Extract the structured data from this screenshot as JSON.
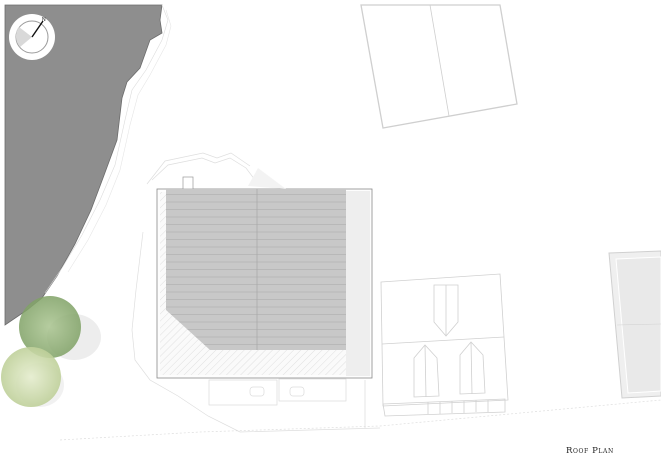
{
  "drawing": {
    "title": "Roof Plan",
    "type": "architectural roof/site plan"
  },
  "compass": {
    "north_label": "N",
    "icon": "north-arrow-sun-path-icon"
  },
  "elements": {
    "water_body": {
      "label": "",
      "color": "#8e8e8e"
    },
    "main_roof": {
      "color": "#c8c8c8",
      "stripe_color": "#bababa"
    },
    "hatched_terrace": {
      "color": "#f2f2f2"
    },
    "annex": {
      "label": ""
    },
    "parking_grid": {
      "label": ""
    },
    "court": {
      "label": ""
    },
    "trees": [
      {
        "color": "#8fb07a"
      },
      {
        "color": "#c7d5a6"
      }
    ]
  },
  "colors": {
    "background": "#ffffff",
    "line": "#d4d4d4",
    "dark_line": "#777777"
  }
}
